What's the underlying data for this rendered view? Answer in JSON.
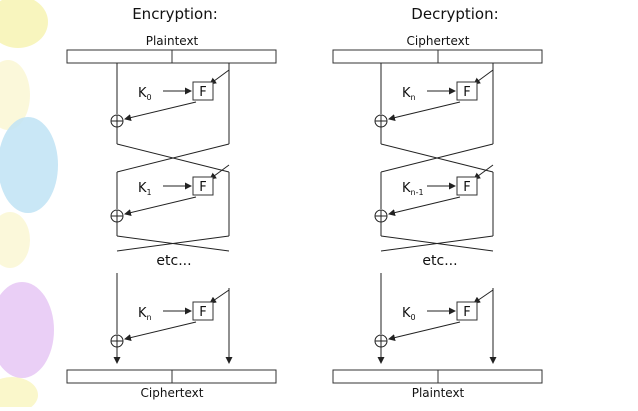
{
  "diagram": {
    "encryption": {
      "title": "Encryption:",
      "top_label": "Plaintext",
      "bottom_label": "Ciphertext",
      "round1_key": {
        "base": "K",
        "sub": "0"
      },
      "round2_key": {
        "base": "K",
        "sub": "1"
      },
      "round3_key": {
        "base": "K",
        "sub": "n"
      },
      "func_label": "F",
      "etc_label": "etc..."
    },
    "decryption": {
      "title": "Decryption:",
      "top_label": "Ciphertext",
      "bottom_label": "Plaintext",
      "round1_key": {
        "base": "K",
        "sub": "n"
      },
      "round2_key": {
        "base": "K",
        "sub": "n-1"
      },
      "round3_key": {
        "base": "K",
        "sub": "0"
      },
      "func_label": "F",
      "etc_label": "etc..."
    },
    "colors": {
      "line": "#222222",
      "background": "#ffffff",
      "deco_yellow": "#f6f1a8",
      "deco_blue": "#bfe3f4",
      "deco_purple": "#e6c7f5"
    }
  }
}
